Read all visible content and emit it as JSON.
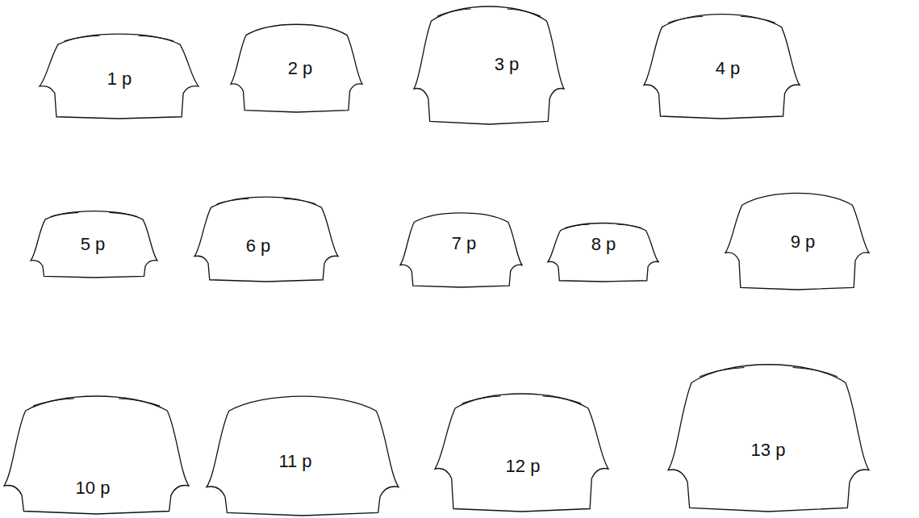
{
  "diagram": {
    "nodes": [
      {
        "text": [
          "1 p"
        ]
      },
      {
        "text": [
          "2 p"
        ]
      },
      {
        "text": [
          "3 p"
        ]
      },
      {
        "text": [
          "4 p"
        ]
      },
      {
        "text": [
          "5 p"
        ]
      },
      {
        "text": [
          "6 p"
        ]
      },
      {
        "text": [
          "7 p"
        ]
      },
      {
        "text": [
          "8 p"
        ]
      },
      {
        "text": [
          "9 p"
        ]
      },
      {
        "text": [
          "10 p"
        ]
      },
      {
        "text": [
          "11 p"
        ]
      },
      {
        "text": [
          "12 p"
        ]
      },
      {
        "text": [
          "13 p"
        ]
      }
    ]
  }
}
